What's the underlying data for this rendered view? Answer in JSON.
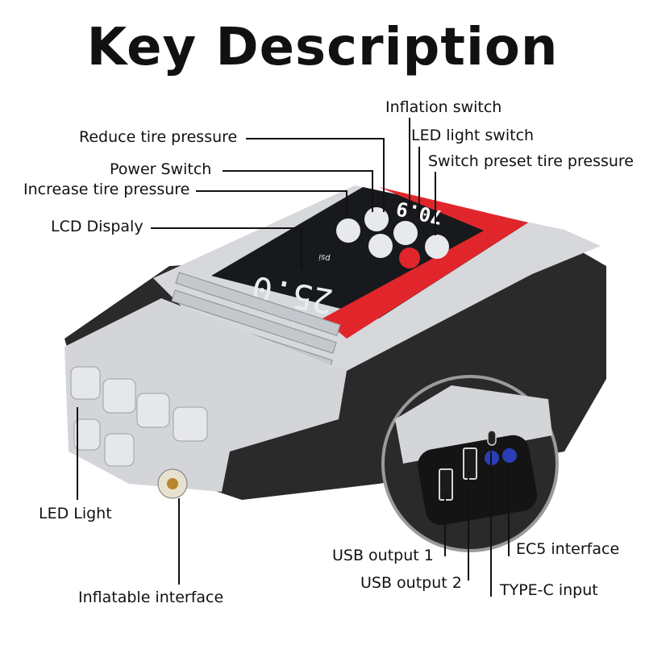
{
  "title": "Key Description",
  "labels": {
    "inflation_switch": "Inflation switch",
    "reduce_tire_pressure": "Reduce tire pressure",
    "led_light_switch": "LED light switch",
    "power_switch": "Power Switch",
    "switch_preset_tire_pressure": "Switch preset tire pressure",
    "increase_tire_pressure": "Increase tire pressure",
    "lcd_display": "LCD Dispaly",
    "led_light": "LED Light",
    "inflatable_interface": "Inflatable interface",
    "usb_output_1": "USB output 1",
    "usb_output_2": "USB output 2",
    "ec5_interface": "EC5 interface",
    "type_c_input": "TYPE-C input"
  },
  "device": {
    "screen_reading": "70.9",
    "lcd_reading": "25.0",
    "lcd_unit": "psi",
    "accent_color": "#e0262b",
    "body_color": "#2b2b2b",
    "shell_color": "#d9dbde",
    "port_color": "#2a3fb5"
  }
}
